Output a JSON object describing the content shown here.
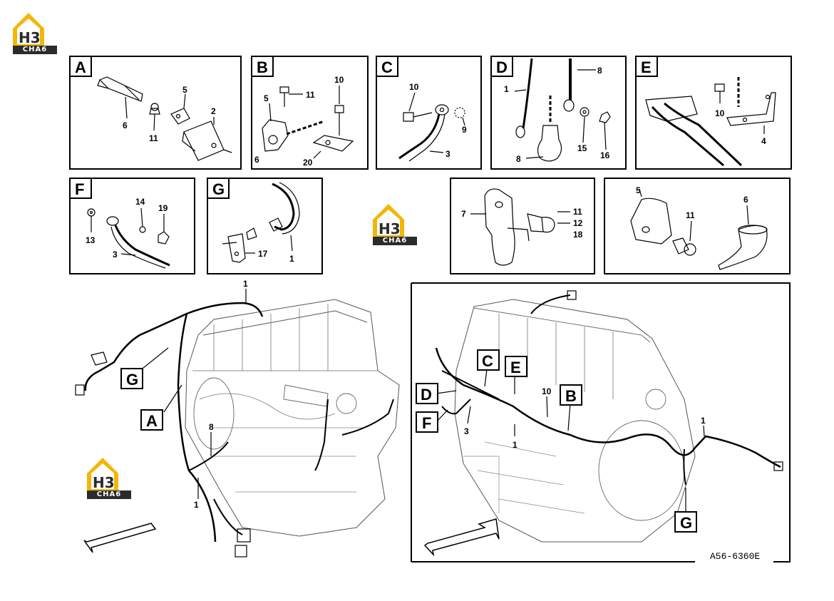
{
  "brand": {
    "mark": "H3",
    "name": "CHA6",
    "accent": "#f2b705"
  },
  "figure_code": "A56-6360E",
  "panels": {
    "A": {
      "letter": "A",
      "callouts": [
        "5",
        "2",
        "6",
        "11"
      ]
    },
    "B": {
      "letter": "B",
      "callouts": [
        "10",
        "5",
        "11",
        "6",
        "20"
      ]
    },
    "C": {
      "letter": "C",
      "callouts": [
        "10",
        "9",
        "3"
      ]
    },
    "D": {
      "letter": "D",
      "callouts": [
        "8",
        "1",
        "8",
        "15",
        "16"
      ]
    },
    "E": {
      "letter": "E",
      "callouts": [
        "10",
        "4"
      ]
    },
    "F": {
      "letter": "F",
      "callouts": [
        "14",
        "19",
        "13",
        "3"
      ]
    },
    "G": {
      "letter": "G",
      "callouts": [
        "17",
        "1"
      ]
    },
    "H": {
      "callouts": [
        "7",
        "11",
        "12",
        "18"
      ]
    },
    "I": {
      "callouts": [
        "5",
        "11",
        "6"
      ]
    }
  },
  "left_engine": {
    "tags": [
      "G",
      "A"
    ],
    "callouts": [
      "1",
      "8",
      "1"
    ]
  },
  "right_engine": {
    "tags": [
      "C",
      "E",
      "D",
      "B",
      "F",
      "G"
    ],
    "callouts": [
      "10",
      "3",
      "1",
      "1"
    ]
  }
}
